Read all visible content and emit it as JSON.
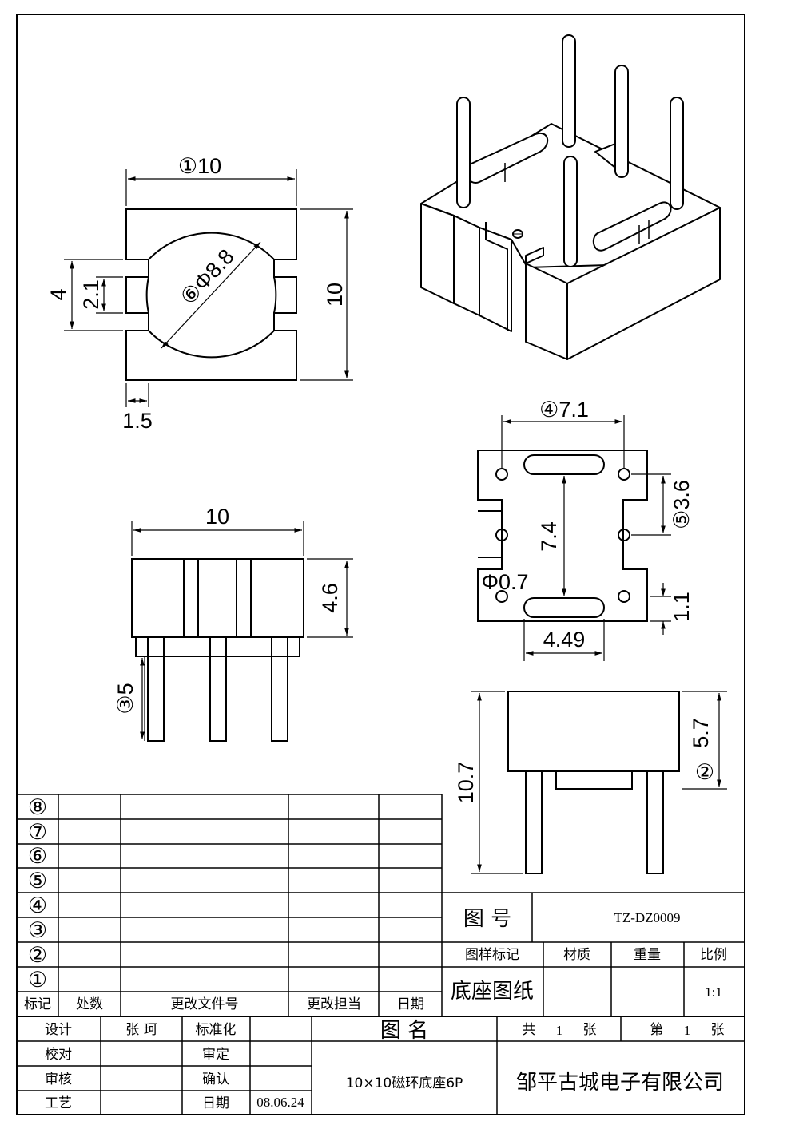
{
  "drawing": {
    "top_view": {
      "width": "①10",
      "height": "10",
      "diameter": "⑥Φ8.8",
      "slot_outer": "4",
      "slot_inner": "2.1",
      "wall": "1.5"
    },
    "front_view": {
      "width": "10",
      "height": "4.6",
      "pin_length": "③5"
    },
    "bottom_view": {
      "pin_spacing": "④7.1",
      "pin_pitch_label": "⑤3.6",
      "center": "7.4",
      "hole": "Φ0.7",
      "slot_width": "4.49",
      "edge": "1.1"
    },
    "side_view": {
      "total": "10.7",
      "body": "5.7",
      "mark": "②"
    }
  },
  "revision_table": {
    "rows": [
      "⑧",
      "⑦",
      "⑥",
      "⑤",
      "④",
      "③",
      "②",
      "①"
    ],
    "headers": [
      "标记",
      "处数",
      "更改文件号",
      "更改担当",
      "日期"
    ]
  },
  "title_block": {
    "drawing_no_label": "图 号",
    "drawing_no": "TZ-DZ0009",
    "mark_label": "图样标记",
    "material_label": "材质",
    "weight_label": "重量",
    "scale_label": "比例",
    "mark_value": "底座图纸",
    "scale_value": "1:1",
    "design_label": "设计",
    "designer": "张 珂",
    "standard_label": "标准化",
    "check_label": "校对",
    "review_label": "审定",
    "audit_label": "审核",
    "confirm_label": "确认",
    "process_label": "工艺",
    "date_label": "日期",
    "date_value": "08.06.24",
    "name_label": "图 名",
    "name_value": "10×10磁环底座6P",
    "total_label": "共",
    "total_value": "1",
    "sheet_unit": "张",
    "page_label": "第",
    "page_value": "1",
    "page_unit": "张",
    "company": "邹平古城电子有限公司"
  }
}
